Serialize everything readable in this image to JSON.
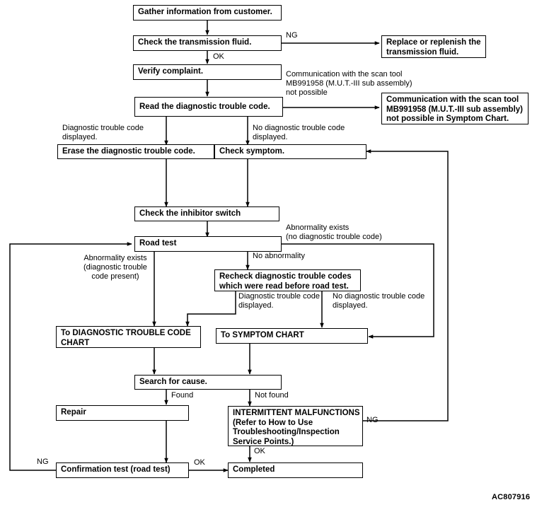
{
  "diagram": {
    "type": "flowchart",
    "title": "Automatic transaxle diagnostic troubleshooting flow",
    "reference_code": "AC807916",
    "line_color": "#000000",
    "background_color": "#ffffff"
  },
  "nodes": [
    {
      "id": "gather",
      "text": "Gather information from customer."
    },
    {
      "id": "check_fluid",
      "text": "Check the transmission fluid."
    },
    {
      "id": "replace_fluid",
      "text": "Replace or replenish the\ntransmission fluid."
    },
    {
      "id": "verify",
      "text": "Verify complaint."
    },
    {
      "id": "read_dtc",
      "text": "Read the diagnostic trouble code."
    },
    {
      "id": "comm_not_possible",
      "text": "Communication with the scan tool\nMB991958 (M.U.T.-III sub assembly)\nnot possible in Symptom Chart."
    },
    {
      "id": "erase_dtc",
      "text": "Erase the diagnostic trouble code."
    },
    {
      "id": "check_symptom",
      "text": "Check symptom."
    },
    {
      "id": "inhibitor",
      "text": "Check the inhibitor switch"
    },
    {
      "id": "road_test",
      "text": "Road test"
    },
    {
      "id": "recheck",
      "text": "Recheck diagnostic trouble codes\nwhich were read before road test."
    },
    {
      "id": "to_dtc_chart",
      "text": "To DIAGNOSTIC TROUBLE CODE\nCHART"
    },
    {
      "id": "to_symptom_chart",
      "text": "To SYMPTOM CHART"
    },
    {
      "id": "search_cause",
      "text": "Search for cause."
    },
    {
      "id": "repair",
      "text": "Repair"
    },
    {
      "id": "intermittent",
      "text": "INTERMITTENT MALFUNCTIONS\n(Refer to  How to Use\nTroubleshooting/Inspection\nService Points.)"
    },
    {
      "id": "confirmation",
      "text": "Confirmation test (road test)"
    },
    {
      "id": "completed",
      "text": "Completed"
    }
  ],
  "edge_labels": [
    {
      "id": "ng_fluid",
      "text": "NG"
    },
    {
      "id": "ok_fluid",
      "text": "OK"
    },
    {
      "id": "comm_note",
      "text": "Communication with the scan tool\nMB991958 (M.U.T.-III sub assembly)\nnot possible"
    },
    {
      "id": "dtc_displayed_left",
      "text": "Diagnostic trouble code\ndisplayed."
    },
    {
      "id": "no_dtc_displayed_right",
      "text": "No diagnostic trouble code\ndisplayed."
    },
    {
      "id": "abnormality_no_dtc",
      "text": "Abnormality exists\n(no diagnostic trouble code)"
    },
    {
      "id": "abnormality_dtc",
      "text": "Abnormality exists\n(diagnostic trouble\ncode present)"
    },
    {
      "id": "no_abnormality",
      "text": "No abnormality"
    },
    {
      "id": "recheck_dtc_displayed",
      "text": "Diagnostic trouble code\ndisplayed."
    },
    {
      "id": "recheck_no_dtc_displayed",
      "text": "No diagnostic trouble code\ndisplayed."
    },
    {
      "id": "found",
      "text": "Found"
    },
    {
      "id": "not_found",
      "text": "Not found"
    },
    {
      "id": "ng_intermittent",
      "text": "NG"
    },
    {
      "id": "ok_intermittent",
      "text": "OK"
    },
    {
      "id": "ng_confirmation",
      "text": "NG"
    },
    {
      "id": "ok_confirmation",
      "text": "OK"
    }
  ]
}
